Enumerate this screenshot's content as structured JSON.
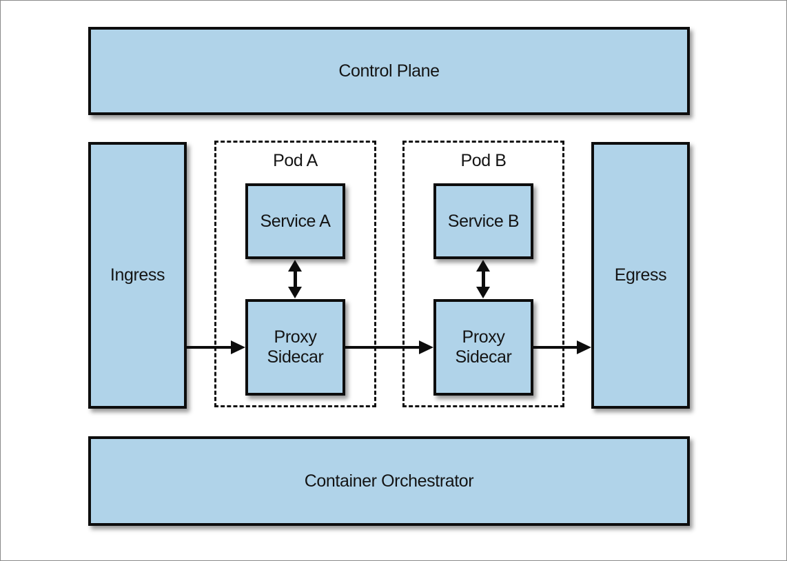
{
  "diagram": {
    "nodes": {
      "control_plane": {
        "label": "Control Plane"
      },
      "ingress": {
        "label": "Ingress"
      },
      "pod_a": {
        "label": "Pod A"
      },
      "service_a": {
        "label": "Service A"
      },
      "proxy_sidecar_a": {
        "label": "Proxy Sidecar"
      },
      "pod_b": {
        "label": "Pod B"
      },
      "service_b": {
        "label": "Service B"
      },
      "proxy_sidecar_b": {
        "label": "Proxy Sidecar"
      },
      "egress": {
        "label": "Egress"
      },
      "container_orchestrator": {
        "label": "Container Orchestrator"
      }
    },
    "edges": [
      {
        "from": "ingress",
        "to": "proxy_sidecar_a",
        "type": "arrow"
      },
      {
        "from": "proxy_sidecar_a",
        "to": "proxy_sidecar_b",
        "type": "arrow"
      },
      {
        "from": "proxy_sidecar_b",
        "to": "egress",
        "type": "arrow"
      },
      {
        "from": "service_a",
        "to": "proxy_sidecar_a",
        "type": "double-arrow"
      },
      {
        "from": "service_b",
        "to": "proxy_sidecar_b",
        "type": "double-arrow"
      }
    ],
    "colors": {
      "node_fill": "#b0d3e9",
      "node_border": "#0d0d0d",
      "background": "#ffffff"
    }
  }
}
